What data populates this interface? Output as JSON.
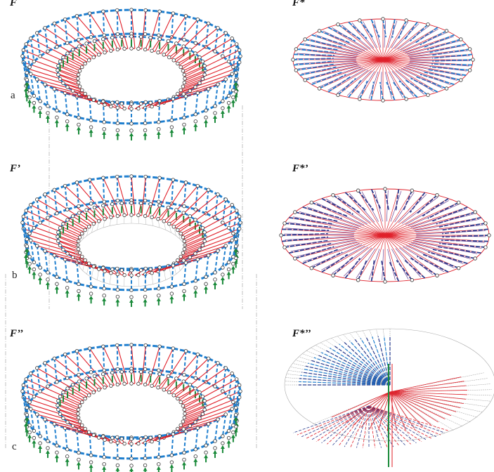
{
  "panels": [
    {
      "form_label": "F",
      "force_label": "F*",
      "row_label": "a"
    },
    {
      "form_label": "F’",
      "force_label": "F*’",
      "row_label": "b"
    },
    {
      "form_label": "F’’",
      "force_label": "F*’’",
      "row_label": "c"
    }
  ],
  "colors": {
    "compression": "#1f7fcf",
    "tension": "#e0202a",
    "load": "#1a8a3a",
    "ghost": "#b8b8b8",
    "node": "#333333"
  }
}
